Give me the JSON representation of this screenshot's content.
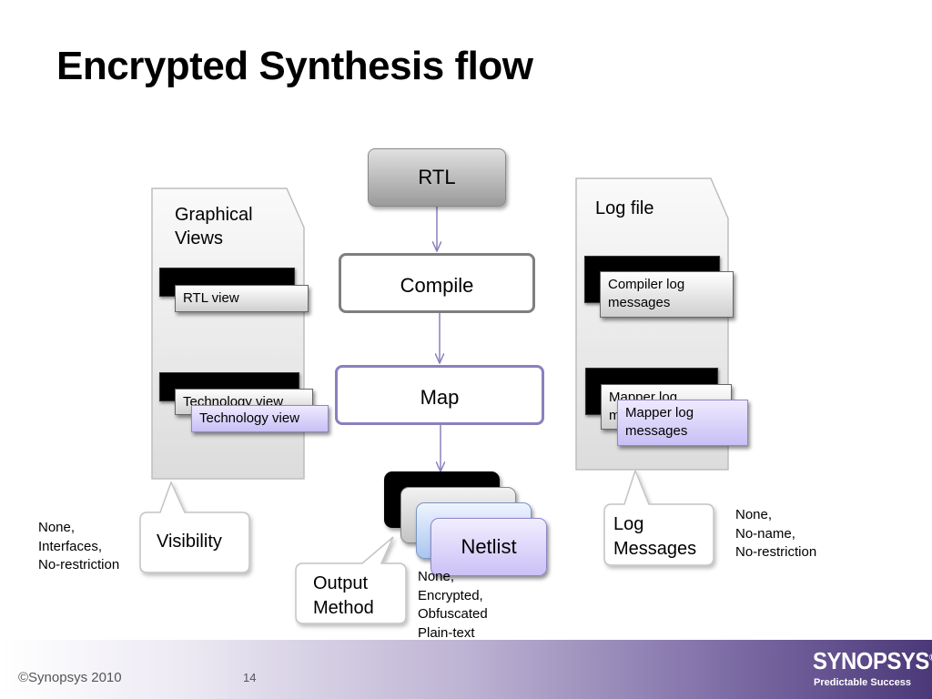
{
  "title": "Encrypted Synthesis flow",
  "graphical_panel": {
    "label_lines": [
      "Graphical",
      "Views"
    ],
    "rtl_view": "RTL view",
    "tech_view_back": "Technology view",
    "tech_view_front": "Technology view"
  },
  "flow": {
    "rtl": "RTL",
    "compile": "Compile",
    "map": "Map",
    "netlist": "Netlist"
  },
  "log_panel": {
    "label": "Log file",
    "compiler_msg_lines": [
      "Compiler log",
      "messages"
    ],
    "mapper_back_lines": [
      "Mapper log",
      "messages"
    ],
    "mapper_front_lines": [
      "Mapper log",
      "messages"
    ]
  },
  "callouts": {
    "visibility": "Visibility",
    "output_method_lines": [
      "Output",
      "Method"
    ],
    "log_messages_lines": [
      "Log",
      "Messages"
    ]
  },
  "notes": {
    "visibility_options": [
      "None,",
      "Interfaces,",
      "No-restriction"
    ],
    "output_options": [
      "None,",
      "Encrypted,",
      "Obfuscated",
      "Plain-text"
    ],
    "log_options": [
      "None,",
      "No-name,",
      "No-restriction"
    ]
  },
  "footer": {
    "copyright": "©Synopsys 2010",
    "page_number": "14",
    "logo": "SYNOPSYS",
    "registered_mark": "®",
    "tagline": "Predictable Success"
  },
  "colors": {
    "accent_purple": "#8c7fbd",
    "arrow": "#8c7fbd",
    "footer_dark": "#4a3878"
  }
}
